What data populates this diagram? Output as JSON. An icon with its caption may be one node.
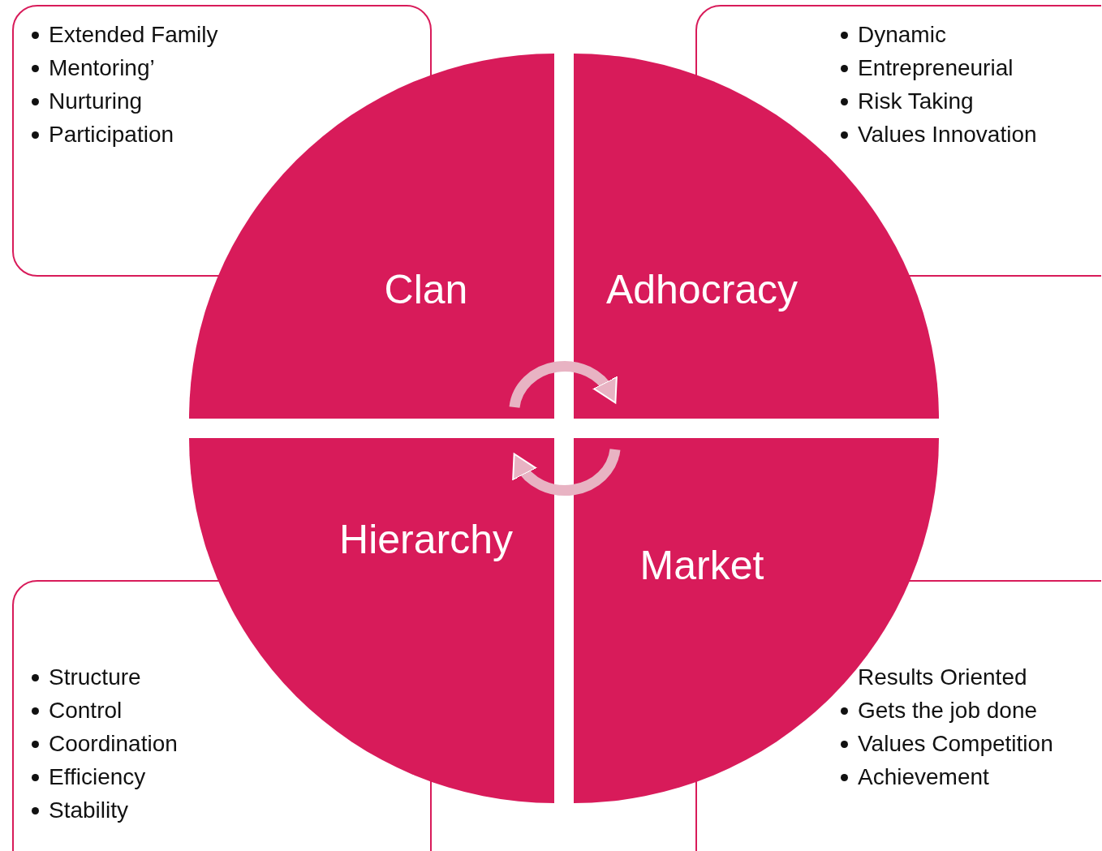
{
  "diagram": {
    "nodes": [
      {
        "text": [
          "Extended Family",
          "Mentoring’",
          "Nurturing",
          "Participation"
        ]
      },
      {
        "text": [
          "Dynamic",
          "Entrepreneurial",
          "Risk Taking",
          "Values Innovation"
        ]
      },
      {
        "text": [
          "Clan"
        ]
      },
      {
        "text": [
          "Adhocracy"
        ]
      },
      {
        "text": [
          "Hierarchy"
        ]
      },
      {
        "text": [
          "Market"
        ]
      },
      {
        "text": [
          "Structure",
          "Control",
          "Coordination",
          "Efficiency",
          "Stability"
        ]
      },
      {
        "text": [
          "Results Oriented",
          "Gets the job done",
          "Values Competition",
          "Achievement"
        ]
      }
    ],
    "edges": [
      {
        "from": 2,
        "to": 3,
        "arrow": "to"
      },
      {
        "from": 5,
        "to": 4,
        "arrow": "to"
      }
    ]
  }
}
